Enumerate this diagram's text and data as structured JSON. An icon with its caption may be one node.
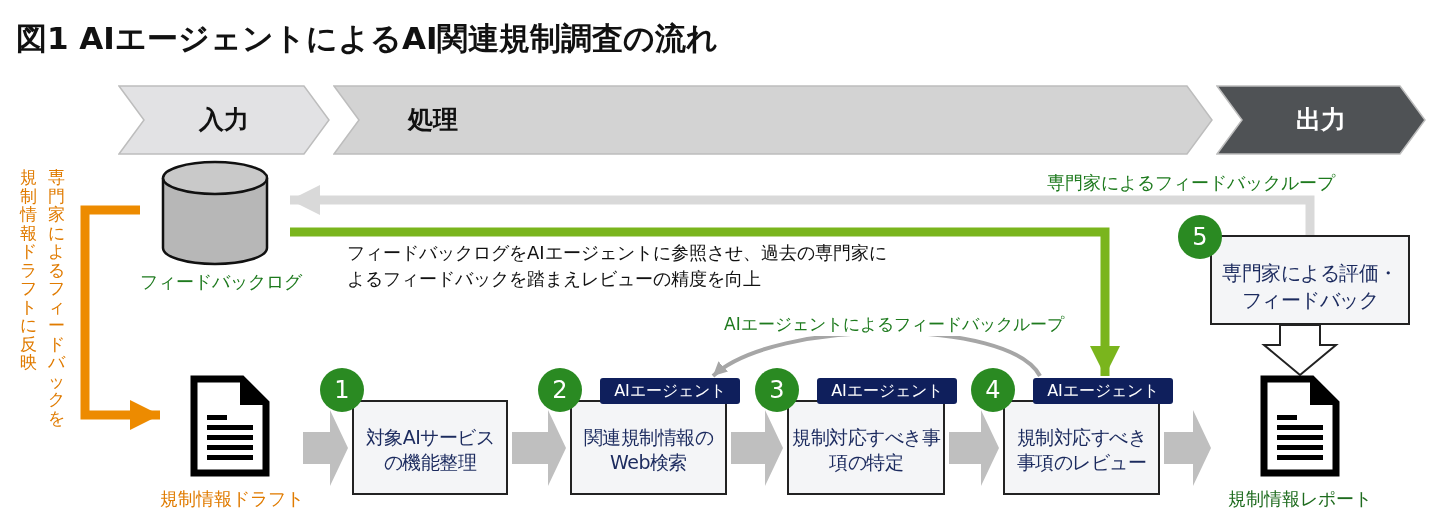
{
  "diagram": {
    "title": "図1 AIエージェントによるAI関連規制調査の流れ",
    "nodes": [
      {
        "text": [
          "入力"
        ]
      },
      {
        "text": [
          "処理"
        ]
      },
      {
        "text": [
          "出力"
        ]
      },
      {
        "text": [
          "フィードバックログ"
        ]
      },
      {
        "text": [
          "規制情報ドラフト"
        ]
      },
      {
        "text": [
          "1",
          "対象AIサービスの機能整理"
        ]
      },
      {
        "text": [
          "2",
          "AIエージェント",
          "関連規制情報のWeb検索"
        ]
      },
      {
        "text": [
          "3",
          "AIエージェント",
          "規制対応すべき事項の特定"
        ]
      },
      {
        "text": [
          "4",
          "AIエージェント",
          "規制対応すべき事項のレビュー"
        ]
      },
      {
        "text": [
          "5",
          "専門家による評価・フィードバック"
        ]
      },
      {
        "text": [
          "規制情報レポート"
        ]
      }
    ],
    "edges": [
      {
        "from": 4,
        "to": 5,
        "arrow": "to"
      },
      {
        "from": 5,
        "to": 6,
        "arrow": "to"
      },
      {
        "from": 6,
        "to": 7,
        "arrow": "to"
      },
      {
        "from": 7,
        "to": 8,
        "arrow": "to"
      },
      {
        "from": 8,
        "to": 10,
        "arrow": "to"
      },
      {
        "from": 9,
        "to": 10,
        "arrow": "to",
        "color": "#ffffff"
      },
      {
        "from": 3,
        "to": 4,
        "arrow": "to",
        "color": "#ed8b00",
        "label": "専門家によるフィードバックを規制情報ドラフトに反映"
      },
      {
        "from": 9,
        "to": 3,
        "arrow": "to",
        "color": "#d9d9d9",
        "label": "専門家によるフィードバックループ"
      },
      {
        "from": 3,
        "to": 8,
        "arrow": "to",
        "color": "#7ab51d",
        "label": "フィードバックログをAIエージェントに参照させ、過去の専門家によるフィードバックを踏まえレビューの精度を向上"
      },
      {
        "from": 8,
        "to": 6,
        "arrow": "to",
        "color": "#a6a6a6",
        "label": "AIエージェントによるフィードバックループ"
      }
    ]
  }
}
